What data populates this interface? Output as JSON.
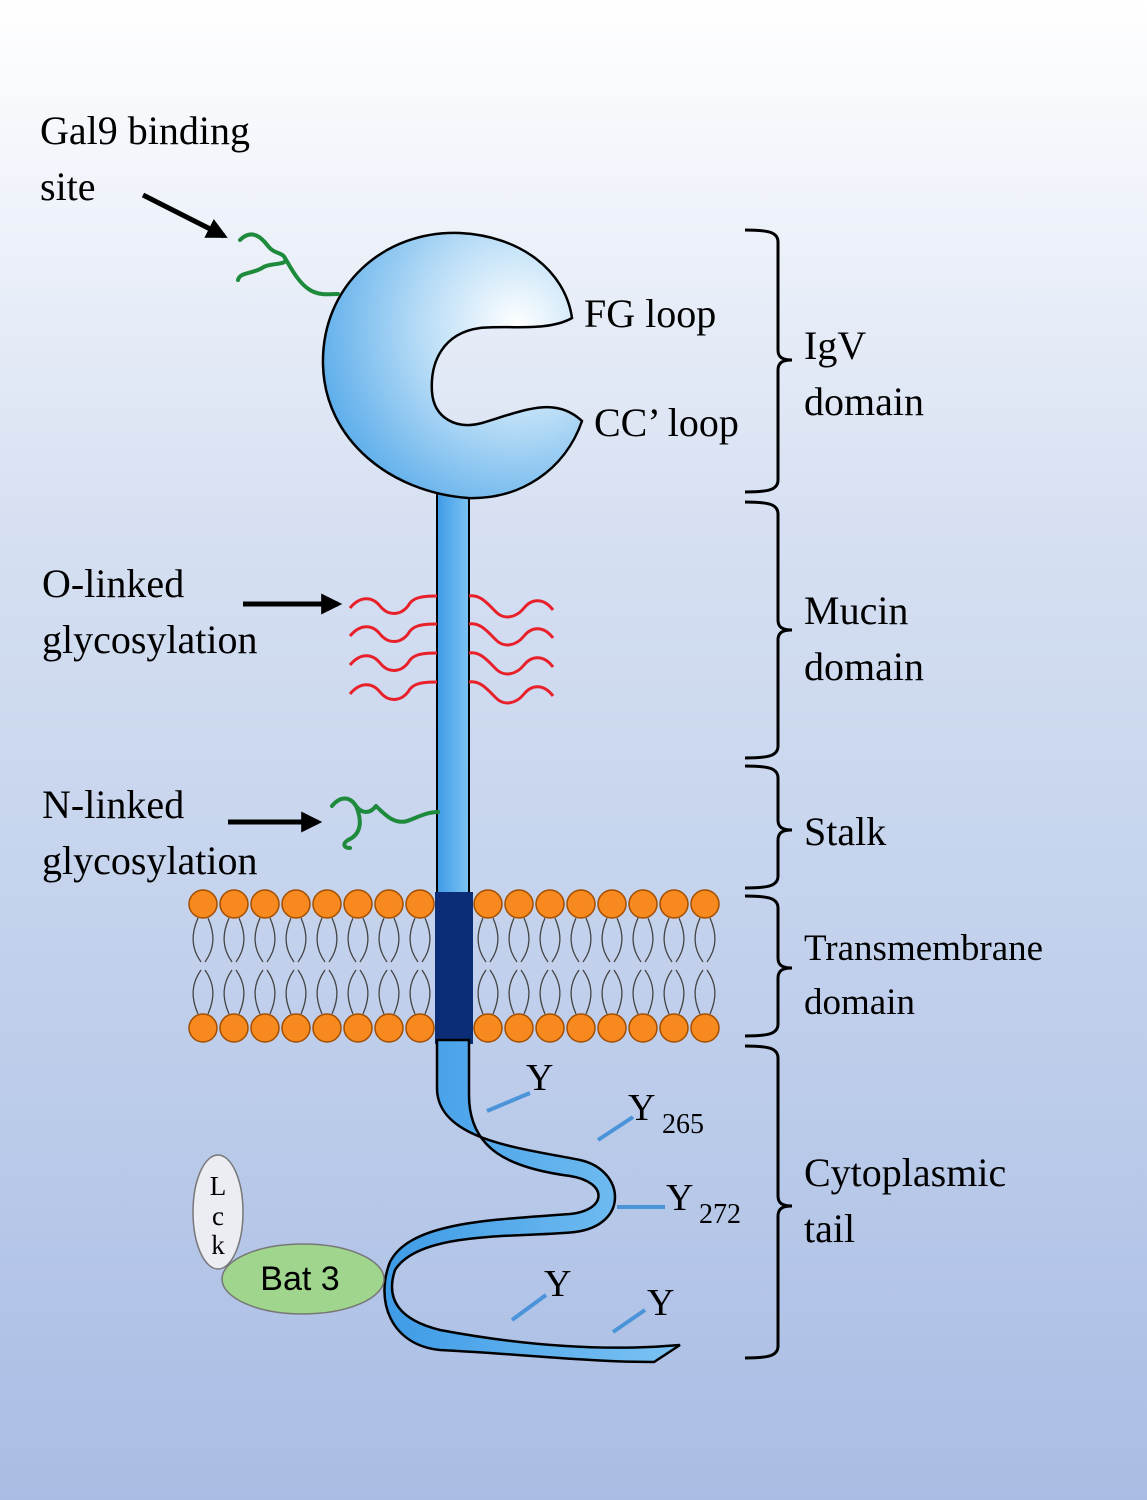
{
  "labels": {
    "gal9_line1": "Gal9 binding",
    "gal9_line2": "site",
    "olinked_line1": "O-linked",
    "olinked_line2": "glycosylation",
    "nlinked_line1": "N-linked",
    "nlinked_line2": "glycosylation",
    "fg_loop": "FG loop",
    "cc_loop": "CC’ loop",
    "lck_l": "L",
    "lck_c": "c",
    "lck_k": "k",
    "bat3": "Bat 3",
    "tyrosine": "Y",
    "y265_sub": "265",
    "y272_sub": "272"
  },
  "domains": {
    "igv_line1": "IgV",
    "igv_line2": "domain",
    "mucin_line1": "Mucin",
    "mucin_line2": "domain",
    "stalk": "Stalk",
    "tm_line1": "Transmembrane",
    "tm_line2": "domain",
    "cyto_line1": "Cytoplasmic",
    "cyto_line2": "tail"
  },
  "colors": {
    "background_top": "#ffffff",
    "background_bottom": "#a9bde4",
    "protein_blue": "#63b4ee",
    "protein_light": "#dcedfb",
    "transmembrane_segment": "#0b2d78",
    "lipid_head": "#f7891f",
    "o_glycan": "#e8202a",
    "n_glycan": "#1d8a3c",
    "bat3_fill": "#9fd58c",
    "tyrosine_line": "#4c94d9"
  }
}
